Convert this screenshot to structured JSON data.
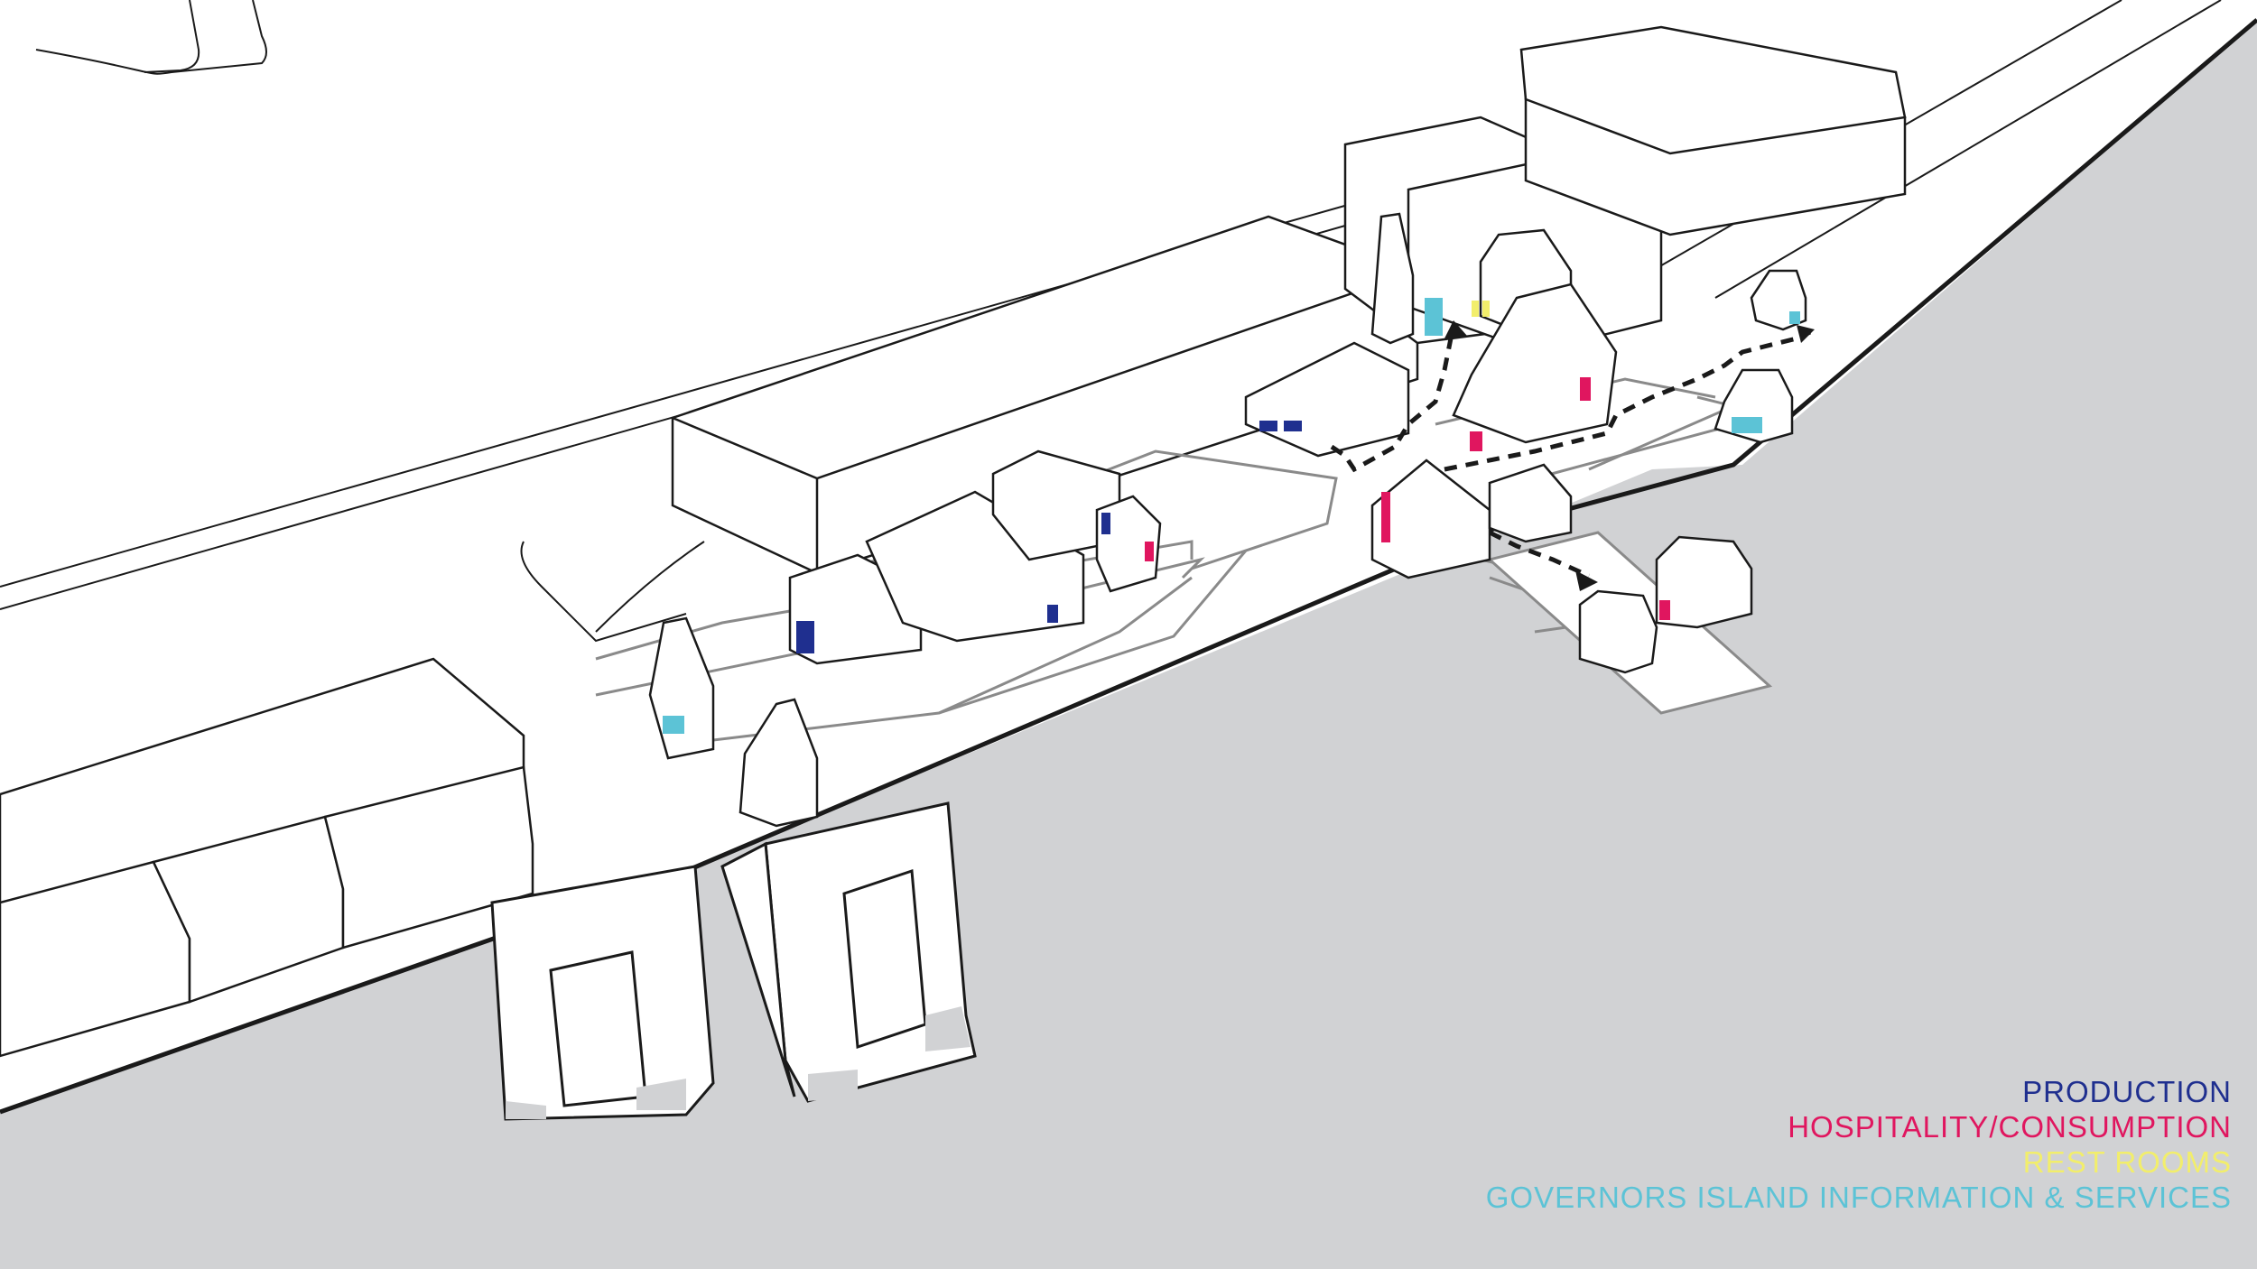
{
  "legend": {
    "items": [
      {
        "label": "PRODUCTION",
        "color": "#1f2f8f"
      },
      {
        "label": "HOSPITALITY/CONSUMPTION",
        "color": "#e0165f"
      },
      {
        "label": "REST ROOMS",
        "color": "#f2ee6b"
      },
      {
        "label": "GOVERNORS ISLAND  INFORMATION & SERVICES",
        "color": "#5cc3d6"
      }
    ]
  },
  "colors": {
    "water": "#d1d2d4",
    "outline": "#1a1a1a",
    "path": "#8a8a8a"
  }
}
